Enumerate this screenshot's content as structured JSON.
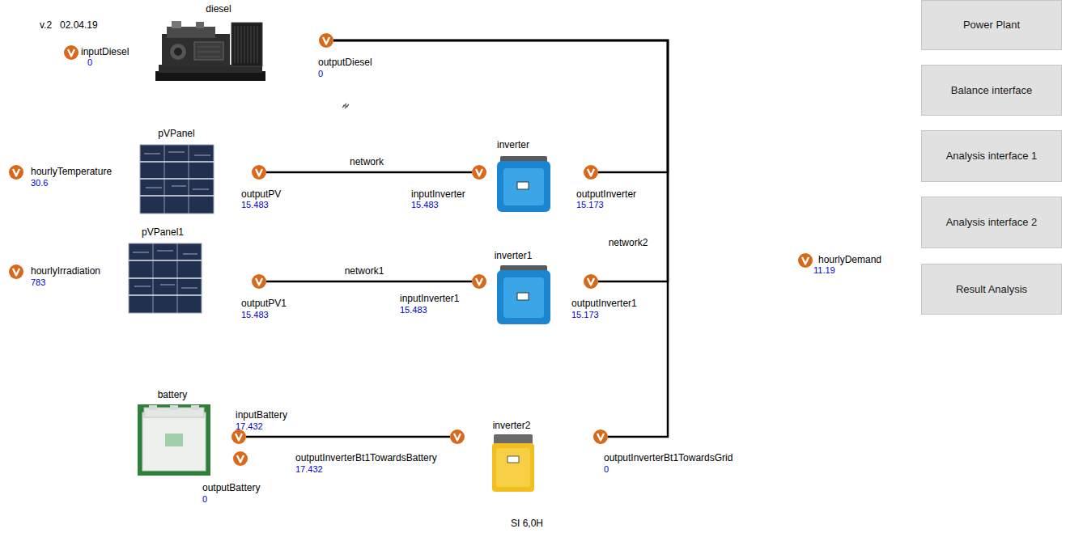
{
  "diagram": {
    "nodes": [
      {
        "text": [
          "inputDiesel",
          "0"
        ]
      },
      {
        "text": [
          "diesel"
        ]
      },
      {
        "text": [
          "outputDiesel",
          "0"
        ]
      },
      {
        "text": [
          "Power Plant"
        ]
      },
      {
        "text": [
          "hourlyTemperature",
          "30.6"
        ]
      },
      {
        "text": [
          "pVPanel"
        ]
      },
      {
        "text": [
          "outputPV",
          "15.483"
        ]
      },
      {
        "text": [
          "inputInverter",
          "15.483"
        ]
      },
      {
        "text": [
          "inverter"
        ]
      },
      {
        "text": [
          "outputInverter",
          "15.173"
        ]
      },
      {
        "text": [
          "Balance interface"
        ]
      },
      {
        "text": [
          "Analysis interface 1"
        ]
      },
      {
        "text": [
          "hourlyIrradiation",
          "783"
        ]
      },
      {
        "text": [
          "pVPanel1"
        ]
      },
      {
        "text": [
          "outputPV1",
          "15.483"
        ]
      },
      {
        "text": [
          "inputInverter1",
          "15.483"
        ]
      },
      {
        "text": [
          "inverter1"
        ]
      },
      {
        "text": [
          "outputInverter1",
          "15.173"
        ]
      },
      {
        "text": [
          "hourlyDemand",
          "11.19"
        ]
      },
      {
        "text": [
          "Analysis interface 2"
        ]
      },
      {
        "text": [
          "Result Analysis"
        ]
      },
      {
        "text": [
          "battery"
        ]
      },
      {
        "text": [
          "inputBattery",
          "17.432"
        ]
      },
      {
        "text": [
          "outputBattery",
          "0"
        ]
      },
      {
        "text": [
          "outputInverterBt1TowardsBattery",
          "17.432"
        ]
      },
      {
        "text": [
          "inverter2",
          "SI 6,0H"
        ]
      },
      {
        "text": [
          "outputInverterBt1TowardsGrid",
          "0"
        ]
      }
    ],
    "edges": [
      {
        "from": 6,
        "to": 7,
        "label": "network",
        "arrow": "none"
      },
      {
        "from": 14,
        "to": 15,
        "label": "network1",
        "arrow": "none"
      },
      {
        "from": 9,
        "to": 2,
        "arrow": "none"
      },
      {
        "from": 17,
        "to": 2,
        "label": "network2",
        "arrow": "none"
      },
      {
        "from": 26,
        "to": 2,
        "arrow": "none"
      },
      {
        "from": 22,
        "to": 24,
        "arrow": "none"
      }
    ],
    "labels": [
      "v.2",
      "02.04.19"
    ]
  }
}
